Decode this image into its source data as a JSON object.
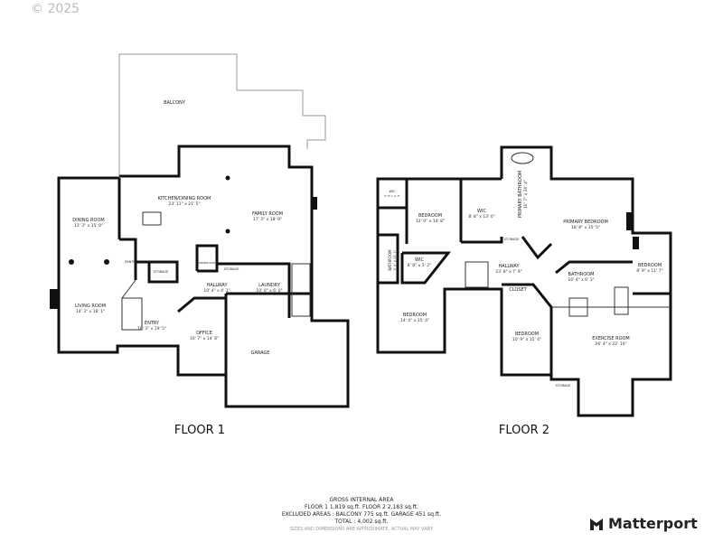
{
  "copyright": "© 2025",
  "floor1": {
    "title": "FLOOR 1",
    "rooms": [
      {
        "name": "BALCONY",
        "dim": ""
      },
      {
        "name": "KITCHEN/DINING ROOM",
        "dim": "23' 11\" x 21' 5\""
      },
      {
        "name": "FAMILY ROOM",
        "dim": "17' 3\" x 18' 9\""
      },
      {
        "name": "DINING ROOM",
        "dim": "13' 3\" x 15' 0\""
      },
      {
        "name": "PANTRY",
        "dim": ""
      },
      {
        "name": "STORAGE",
        "dim": ""
      },
      {
        "name": "POWDER ROOM",
        "dim": ""
      },
      {
        "name": "STORAGE",
        "dim": ""
      },
      {
        "name": "HALLWAY",
        "dim": "10' 4\" x 4' 1\""
      },
      {
        "name": "LAUNDRY",
        "dim": "10' 0\" x 6' 0\""
      },
      {
        "name": "LIVING ROOM",
        "dim": "14' 3\" x 18' 1\""
      },
      {
        "name": "ENTRY",
        "dim": "10' 3\" x 19' 5\""
      },
      {
        "name": "OFFICE",
        "dim": "10' 7\" x 14' 8\""
      },
      {
        "name": "GARAGE",
        "dim": ""
      }
    ]
  },
  "floor2": {
    "title": "FLOOR 2",
    "rooms": [
      {
        "name": "WIC",
        "dim": "5' 6\" x 4' 3\""
      },
      {
        "name": "BEDROOM",
        "dim": "12' 0\" x 14' 8\""
      },
      {
        "name": "WIC",
        "dim": "8' 8\" x 13' 0\""
      },
      {
        "name": "PRIMARY BATHROOM",
        "dim": "10' 7\" x 20' 4\""
      },
      {
        "name": "PRIMARY BEDROOM",
        "dim": "18' 8\" x 15' 5\""
      },
      {
        "name": "BATHROOM",
        "dim": "5' 0\" x 13' 2\""
      },
      {
        "name": "WIC",
        "dim": "8' 8\" x 5' 2\""
      },
      {
        "name": "STORAGE",
        "dim": ""
      },
      {
        "name": "HALLWAY",
        "dim": "23' 8\" x 7' 9\""
      },
      {
        "name": "BATHROOM",
        "dim": "16' 4\" x 6' 3\""
      },
      {
        "name": "BEDROOM",
        "dim": "8' 9\" x 11' 7\""
      },
      {
        "name": "CLOSET",
        "dim": ""
      },
      {
        "name": "BEDROOM",
        "dim": "14' 4\" x 15' 4\""
      },
      {
        "name": "BEDROOM",
        "dim": "10' 9\" x 15' 4\""
      },
      {
        "name": "EXERCISE ROOM",
        "dim": "26' 4\" x 22' 10\""
      },
      {
        "name": "STORAGE",
        "dim": ""
      }
    ]
  },
  "summary": {
    "heading": "GROSS INTERNAL AREA",
    "floors": "FLOOR 1 1,819 sq.ft.   FLOOR 2 2,183 sq.ft.",
    "excluded": "EXCLUDED AREAS :  BALCONY 775 sq.ft.   GARAGE 451 sq.ft.",
    "total": "TOTAL :  4,002 sq.ft.",
    "note": "SIZES AND DIMENSIONS ARE APPROXIMATE, ACTUAL MAY VARY."
  },
  "brand": {
    "name": "Matterport",
    "icon": "matterport-logo-icon"
  }
}
